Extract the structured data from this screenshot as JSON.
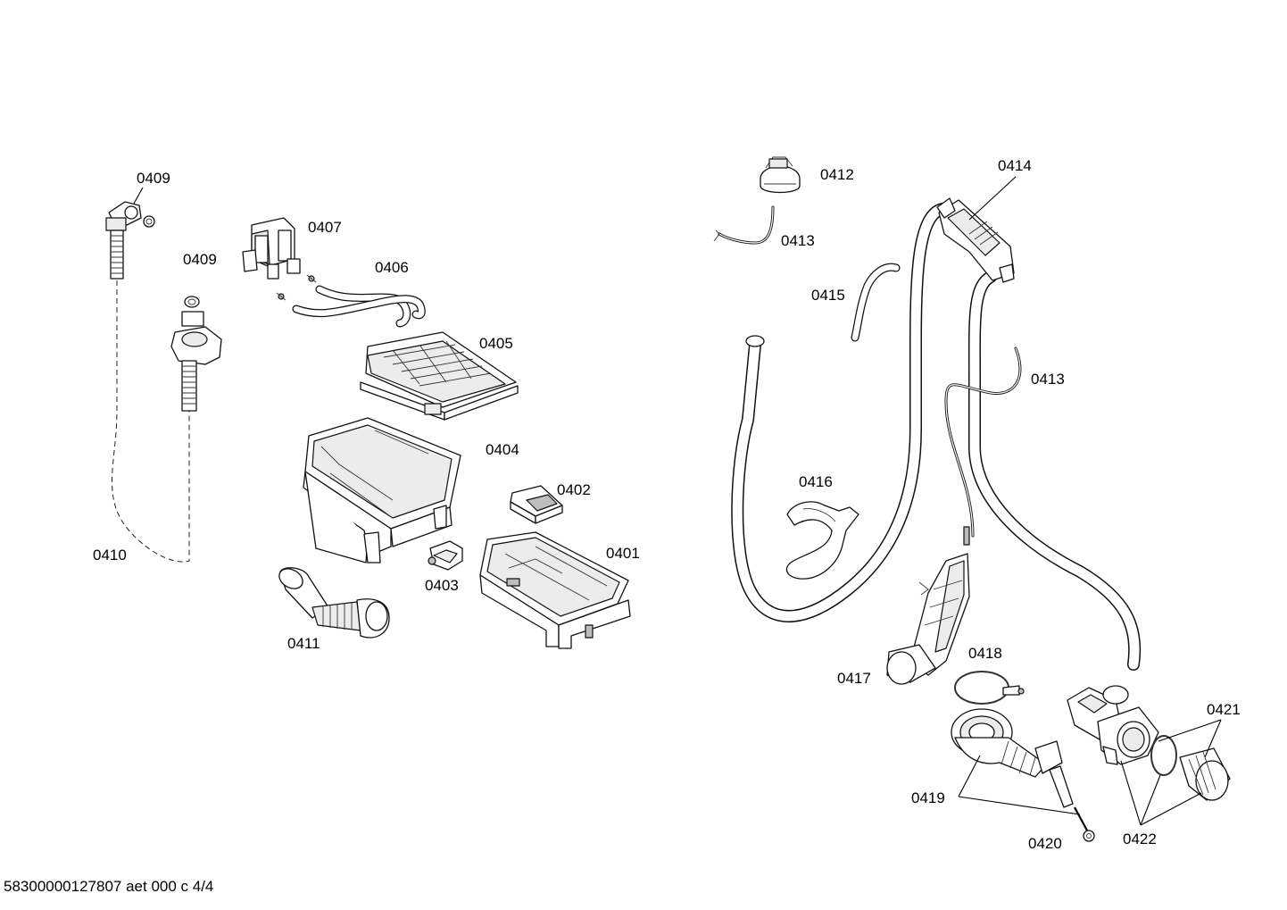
{
  "diagram": {
    "footer_code": "58300000127807 aet 000 c 4/4",
    "labels": {
      "p0409_top": "0409",
      "p0409_mid": "0409",
      "p0407": "0407",
      "p0406": "0406",
      "p0405": "0405",
      "p0404": "0404",
      "p0402": "0402",
      "p0401": "0401",
      "p0403": "0403",
      "p0410": "0410",
      "p0411": "0411",
      "p0412": "0412",
      "p0413_top": "0413",
      "p0413_mid": "0413",
      "p0414": "0414",
      "p0415": "0415",
      "p0416": "0416",
      "p0417": "0417",
      "p0418": "0418",
      "p0419": "0419",
      "p0420": "0420",
      "p0421": "0421",
      "p0422": "0422"
    }
  }
}
